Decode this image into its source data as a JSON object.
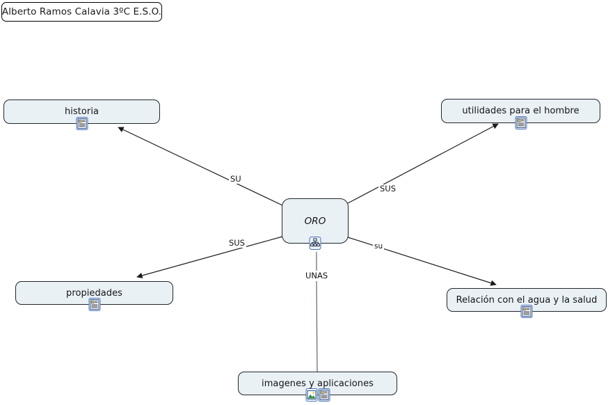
{
  "document": {
    "type": "concept-map",
    "background_color": "#ffffff",
    "node_fill_color": "#eaf1f5",
    "node_border_color": "#20262b",
    "edge_color": "#1a1a1a"
  },
  "title_box": {
    "text": "Alberto Ramos Calavia 3º C E.S.O.",
    "label": "Alberto Ramos Calavia 3ºC E.S.O."
  },
  "central_node": {
    "label": "ORO",
    "icons": [
      "hierarchy-icon"
    ]
  },
  "nodes": [
    {
      "id": "historia",
      "label": "historia",
      "icons": [
        "document-icon"
      ]
    },
    {
      "id": "utilidades",
      "label": "utilidades para el hombre",
      "icons": [
        "document-icon"
      ]
    },
    {
      "id": "propiedades",
      "label": "propiedades",
      "icons": [
        "document-icon"
      ]
    },
    {
      "id": "relacion",
      "label": "Relación con el agua y la salud",
      "icons": [
        "document-icon"
      ]
    },
    {
      "id": "imagenes",
      "label": "imagenes y aplicaciones",
      "icons": [
        "picture-icon",
        "document-icon"
      ]
    }
  ],
  "edges": [
    {
      "id": "e1",
      "from": "ORO",
      "to": "historia",
      "label": "SU",
      "arrow": true
    },
    {
      "id": "e2",
      "from": "ORO",
      "to": "utilidades",
      "label": "SUS",
      "arrow": true
    },
    {
      "id": "e3",
      "from": "ORO",
      "to": "propiedades",
      "label": "SUS",
      "arrow": true
    },
    {
      "id": "e4",
      "from": "ORO",
      "to": "relacion",
      "label": "su",
      "arrow": true
    },
    {
      "id": "e5",
      "from": "ORO",
      "to": "imagenes",
      "label": "UNAS",
      "arrow": false
    }
  ]
}
